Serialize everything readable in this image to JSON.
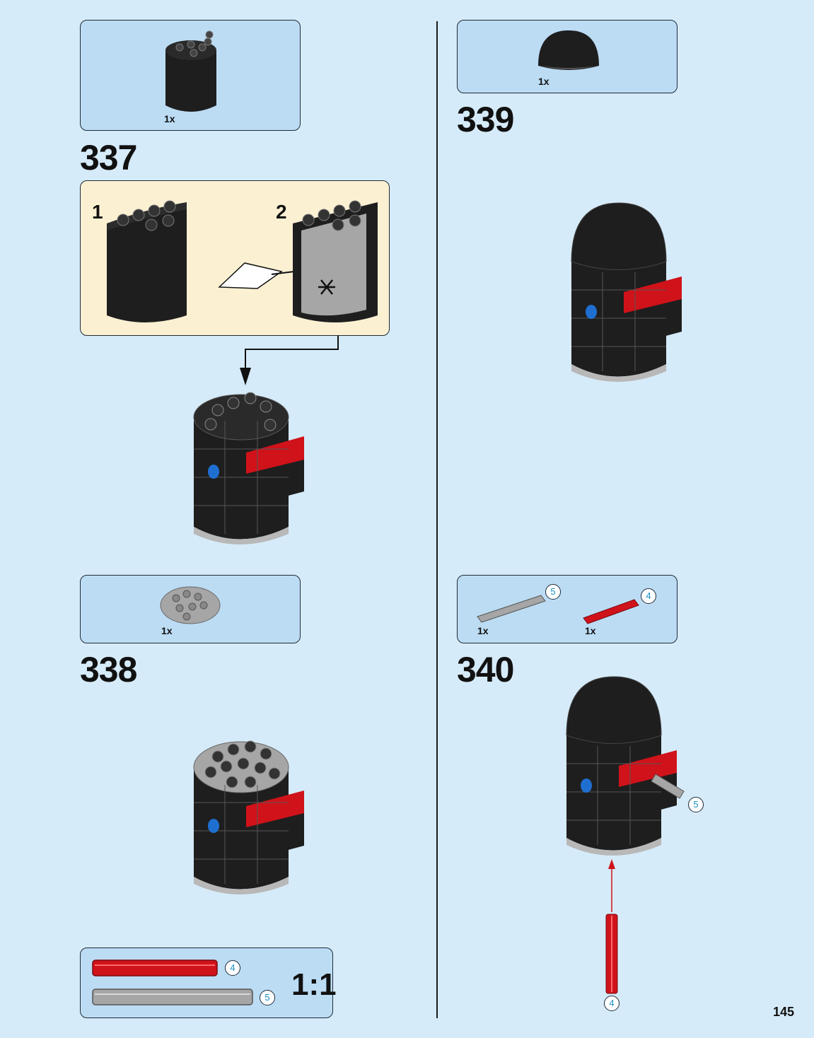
{
  "page_number": "145",
  "steps": {
    "s337": {
      "number": "337",
      "qty": "1x",
      "callout": {
        "sub1": "1",
        "sub2": "2"
      }
    },
    "s338": {
      "number": "338",
      "qty": "1x"
    },
    "s339": {
      "number": "339",
      "qty": "1x"
    },
    "s340": {
      "number": "340",
      "qty_a": "1x",
      "qty_b": "1x",
      "badge_a": "5",
      "badge_b": "4",
      "model_badge_side": "5",
      "model_badge_bottom": "4"
    }
  },
  "scale_box": {
    "label": "1:1",
    "badge_red": "4",
    "badge_grey": "5"
  },
  "colors": {
    "background": "#d6ebf9",
    "parts_box": "#bcdcf4",
    "callout": "#fcf0d3",
    "brick_black": "#1e1e1e",
    "brick_red": "#d0121a",
    "brick_grey": "#a6a6a6",
    "technic_blue": "#1f6fd1"
  }
}
